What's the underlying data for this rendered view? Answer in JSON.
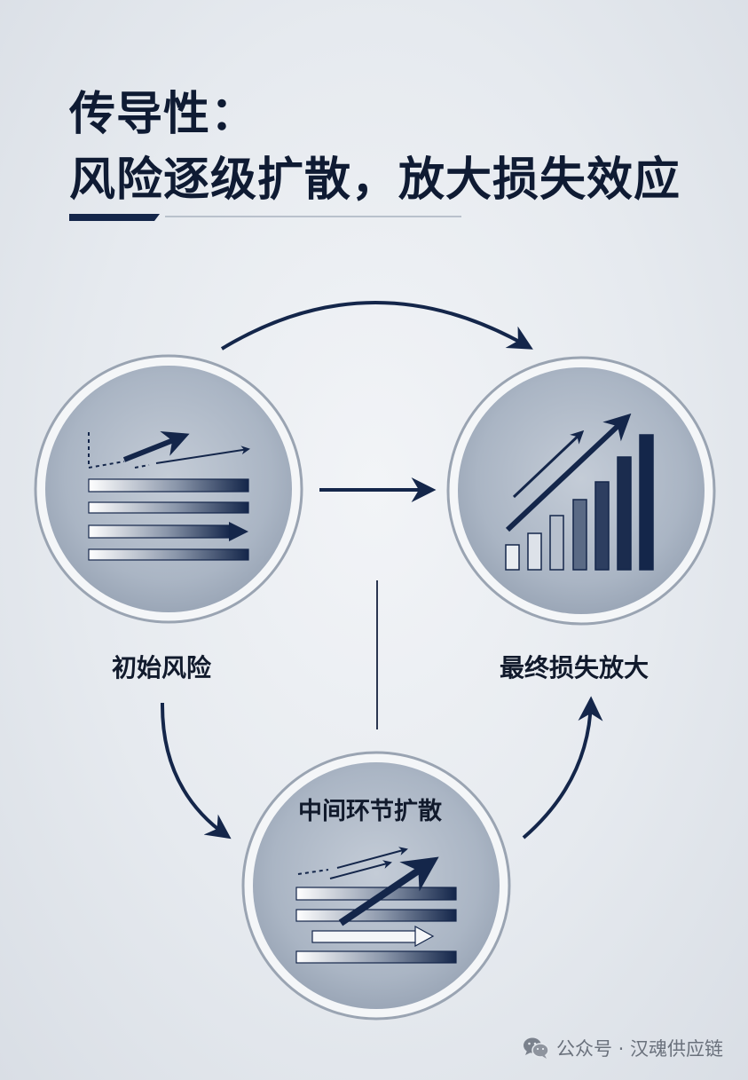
{
  "title": {
    "line1": "传导性：",
    "line2": "风险逐级扩散，放大损失效应"
  },
  "nodes": {
    "initial": {
      "label": "初始风险"
    },
    "final": {
      "label": "最终损失放大"
    },
    "middle": {
      "label": "中间环节扩散"
    }
  },
  "footer": {
    "icon": "wechat-icon",
    "text": "公众号 · 汉魂供应链"
  },
  "colors": {
    "navy": "#14264a",
    "circle_fill": "#a9b4c3",
    "circle_ring": "#9aa4b2"
  }
}
